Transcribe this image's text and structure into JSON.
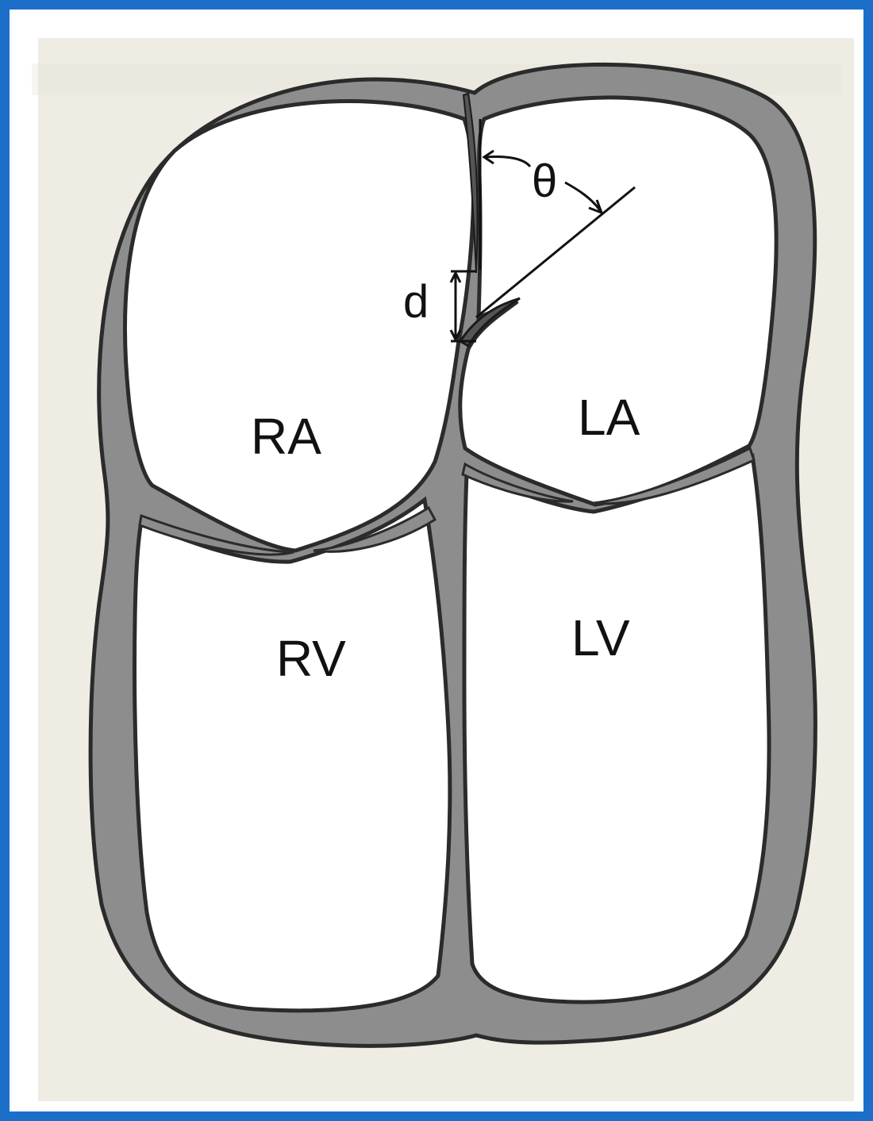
{
  "labels": {
    "ra": "RA",
    "la": "LA",
    "rv": "RV",
    "lv": "LV",
    "theta": "θ",
    "d": "d"
  },
  "colors": {
    "frame": "#1b6fc9",
    "paper": "#efece3",
    "wall_fill": "#8a8a8a",
    "wall_outline": "#2b2b2b",
    "chamber_interior": "#ffffff",
    "ink": "#111111"
  }
}
